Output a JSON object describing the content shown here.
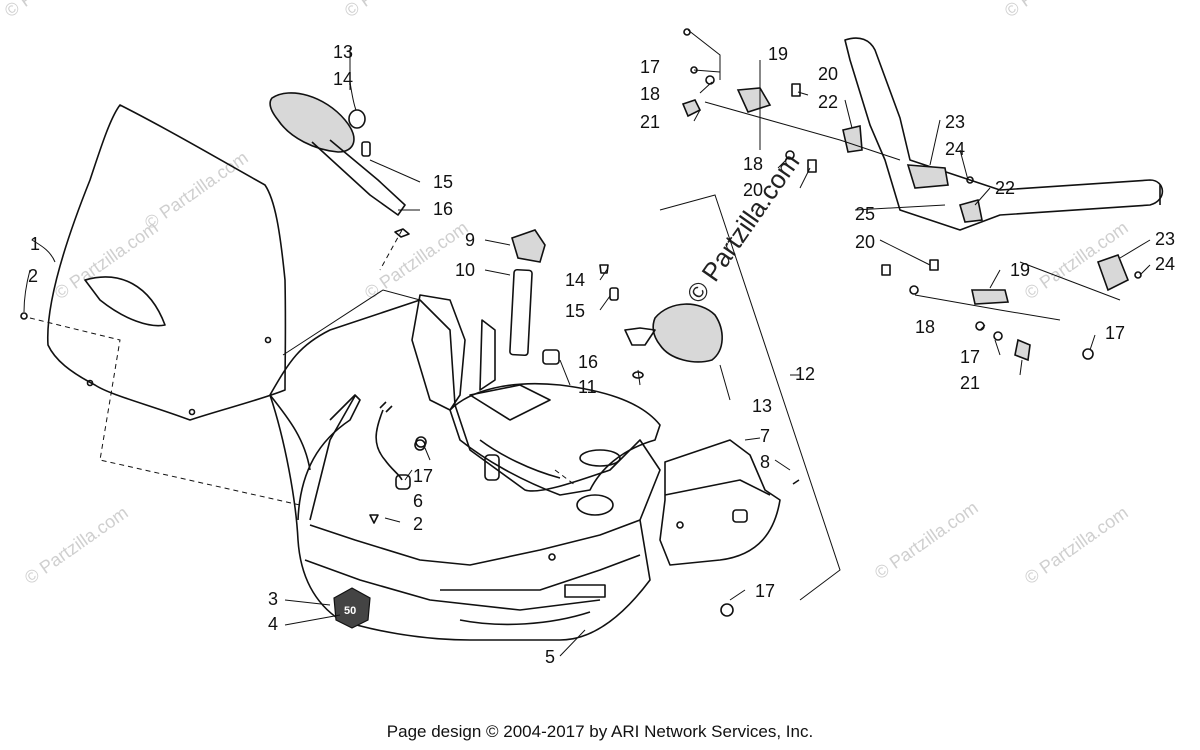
{
  "diagram": {
    "callouts": [
      {
        "id": "c1",
        "label": "1"
      },
      {
        "id": "c2a",
        "label": "2"
      },
      {
        "id": "c2b",
        "label": "2"
      },
      {
        "id": "c3",
        "label": "3"
      },
      {
        "id": "c4",
        "label": "4"
      },
      {
        "id": "c5",
        "label": "5"
      },
      {
        "id": "c6",
        "label": "6"
      },
      {
        "id": "c7",
        "label": "7"
      },
      {
        "id": "c8",
        "label": "8"
      },
      {
        "id": "c9",
        "label": "9"
      },
      {
        "id": "c10",
        "label": "10"
      },
      {
        "id": "c11",
        "label": "11"
      },
      {
        "id": "c12",
        "label": "12"
      },
      {
        "id": "c13a",
        "label": "13"
      },
      {
        "id": "c13b",
        "label": "13"
      },
      {
        "id": "c14a",
        "label": "14"
      },
      {
        "id": "c14b",
        "label": "14"
      },
      {
        "id": "c15a",
        "label": "15"
      },
      {
        "id": "c15b",
        "label": "15"
      },
      {
        "id": "c16a",
        "label": "16"
      },
      {
        "id": "c16b",
        "label": "16"
      },
      {
        "id": "c17a",
        "label": "17"
      },
      {
        "id": "c17b",
        "label": "17"
      },
      {
        "id": "c17c",
        "label": "17"
      },
      {
        "id": "c17d",
        "label": "17"
      },
      {
        "id": "c17e",
        "label": "17"
      },
      {
        "id": "c18a",
        "label": "18"
      },
      {
        "id": "c18b",
        "label": "18"
      },
      {
        "id": "c18c",
        "label": "18"
      },
      {
        "id": "c19a",
        "label": "19"
      },
      {
        "id": "c19b",
        "label": "19"
      },
      {
        "id": "c20a",
        "label": "20"
      },
      {
        "id": "c20b",
        "label": "20"
      },
      {
        "id": "c20c",
        "label": "20"
      },
      {
        "id": "c21a",
        "label": "21"
      },
      {
        "id": "c21b",
        "label": "21"
      },
      {
        "id": "c22a",
        "label": "22"
      },
      {
        "id": "c22b",
        "label": "22"
      },
      {
        "id": "c23a",
        "label": "23"
      },
      {
        "id": "c23b",
        "label": "23"
      },
      {
        "id": "c24a",
        "label": "24"
      },
      {
        "id": "c24b",
        "label": "24"
      },
      {
        "id": "c25",
        "label": "25"
      }
    ],
    "badge_text": "50",
    "watermark": "© Partzilla.com",
    "watermark_center": "© Partzilla.com"
  },
  "footer": {
    "text": "Page design © 2004-2017 by ARI Network Services, Inc."
  }
}
